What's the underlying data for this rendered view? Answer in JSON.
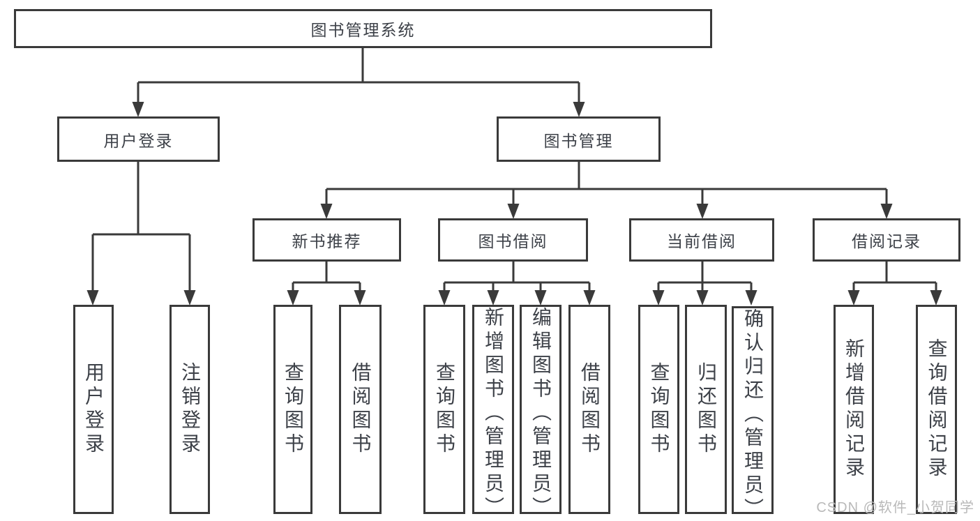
{
  "tree": {
    "label": "图书管理系统",
    "children": [
      {
        "label": "用户登录",
        "children": [
          {
            "label": "用户登录"
          },
          {
            "label": "注销登录"
          }
        ]
      },
      {
        "label": "图书管理",
        "children": [
          {
            "label": "新书推荐",
            "children": [
              {
                "label": "查询图书"
              },
              {
                "label": "借阅图书"
              }
            ]
          },
          {
            "label": "图书借阅",
            "children": [
              {
                "label": "查询图书"
              },
              {
                "label": "新增图书（管理员）"
              },
              {
                "label": "编辑图书（管理员）"
              },
              {
                "label": "借阅图书"
              }
            ]
          },
          {
            "label": "当前借阅",
            "children": [
              {
                "label": "查询图书"
              },
              {
                "label": "归还图书"
              },
              {
                "label": "确认归还（管理员）"
              }
            ]
          },
          {
            "label": "借阅记录",
            "children": [
              {
                "label": "新增借阅记录"
              },
              {
                "label": "查询借阅记录"
              }
            ]
          }
        ]
      }
    ]
  },
  "watermark": "CSDN @软件_小贺同学",
  "colors": {
    "line": "#3a3a3a",
    "text": "#3d4148",
    "watermark": "#b9b9b9",
    "background": "#ffffff"
  }
}
